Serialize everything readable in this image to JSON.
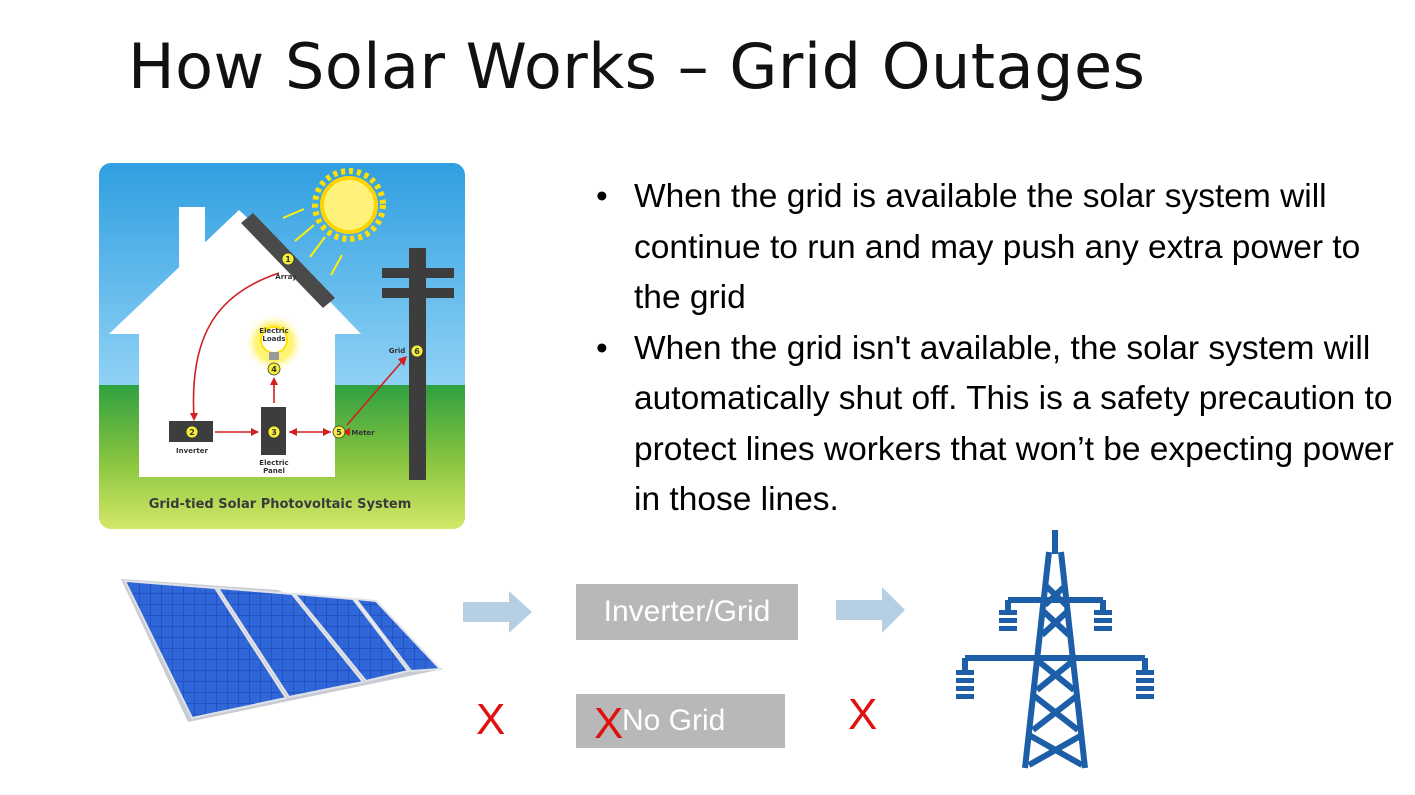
{
  "slide": {
    "title": "How Solar Works – Grid Outages"
  },
  "diagram": {
    "caption": "Grid-tied Solar Photovoltaic System",
    "labels": {
      "array": "Array",
      "electric_loads_1": "Electric",
      "electric_loads_2": "Loads",
      "grid": "Grid",
      "inverter": "Inverter",
      "panel_1": "Electric",
      "panel_2": "Panel",
      "meter": "Meter"
    },
    "numbers": [
      "1",
      "2",
      "3",
      "4",
      "5",
      "6"
    ]
  },
  "bullets": [
    "When the grid is available the solar system will continue to run and may push any extra power to the grid",
    "When the grid isn't available, the solar system will automatically shut off.  This is a safety precaution to protect lines workers that won’t be expecting power in those lines."
  ],
  "flow": {
    "inverter_grid_label": "Inverter/Grid",
    "no_grid_label": "No Grid",
    "x_mark": "X"
  },
  "icons": {
    "solar_panel": "solar-panel-icon",
    "arrow": "arrow-right-icon",
    "tower": "transmission-tower-icon"
  },
  "colors": {
    "x_mark": "#e01010",
    "box_fill": "#b8b8b8",
    "arrow_fill": "#b6cfe3",
    "tower": "#1d5ea8",
    "panel": "#1f48b8"
  }
}
